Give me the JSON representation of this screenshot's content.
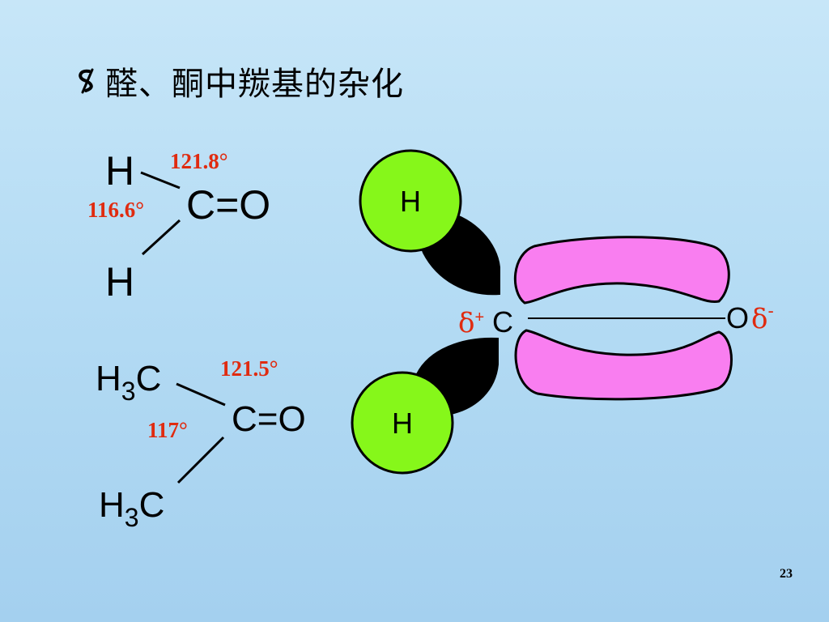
{
  "title": "醛、酮中羰基的杂化",
  "bullet_icon": "link-bullet-icon",
  "page_number": "23",
  "colors": {
    "angle_label": "#e02b10",
    "delta_label": "#e02b10",
    "hydrogen_orbital": "#86f71a",
    "pi_orbital": "#f97ef0",
    "sp2_lobe": "#000000"
  },
  "formaldehyde": {
    "top_atom": "H",
    "bottom_atom": "H",
    "carbonyl": "C=O",
    "angle_top": "121.8°",
    "angle_left": "116.6°"
  },
  "acetone": {
    "top_group": "H",
    "top_sub": "3",
    "top_c": "C",
    "bottom_group": "H",
    "bottom_sub": "3",
    "bottom_c": "C",
    "carbonyl": "C=O",
    "angle_top": "121.5°",
    "angle_left": "117°"
  },
  "orbital_diagram": {
    "h_top": "H",
    "h_bottom": "H",
    "carbon": "C",
    "carbon_delta": "δ",
    "carbon_charge": "+",
    "oxygen": "O",
    "oxygen_delta": "δ",
    "oxygen_charge": "-"
  }
}
